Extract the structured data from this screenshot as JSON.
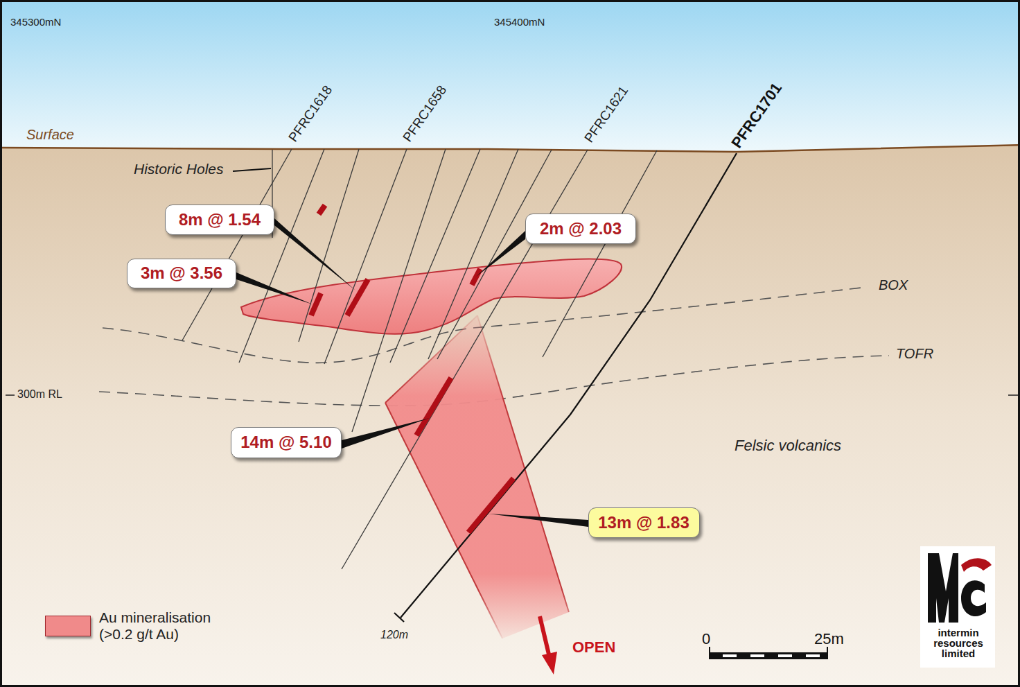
{
  "diagram": {
    "nodes": [
      {
        "text": [
          "8m @ 1.54"
        ]
      },
      {
        "text": [
          "2m @ 2.03"
        ]
      },
      {
        "text": [
          "3m @ 3.56"
        ]
      },
      {
        "text": [
          "14m @ 5.10"
        ]
      },
      {
        "text": [
          "13m @ 1.83"
        ]
      }
    ],
    "labels": [
      "345300mN",
      "345400mN",
      "Surface",
      "Historic Holes",
      "PFRC1618",
      "PFRC1658",
      "PFRC1621",
      "PFRC1701",
      "BOX",
      "TOFR",
      "300m RL",
      "Felsic volcanics",
      "120m",
      "OPEN",
      "0",
      "25m",
      "intermin resources limited"
    ],
    "legend": [
      {
        "text": "Au mineralisation (>0.2 g/t Au)",
        "color": "#f08a8a"
      }
    ]
  }
}
